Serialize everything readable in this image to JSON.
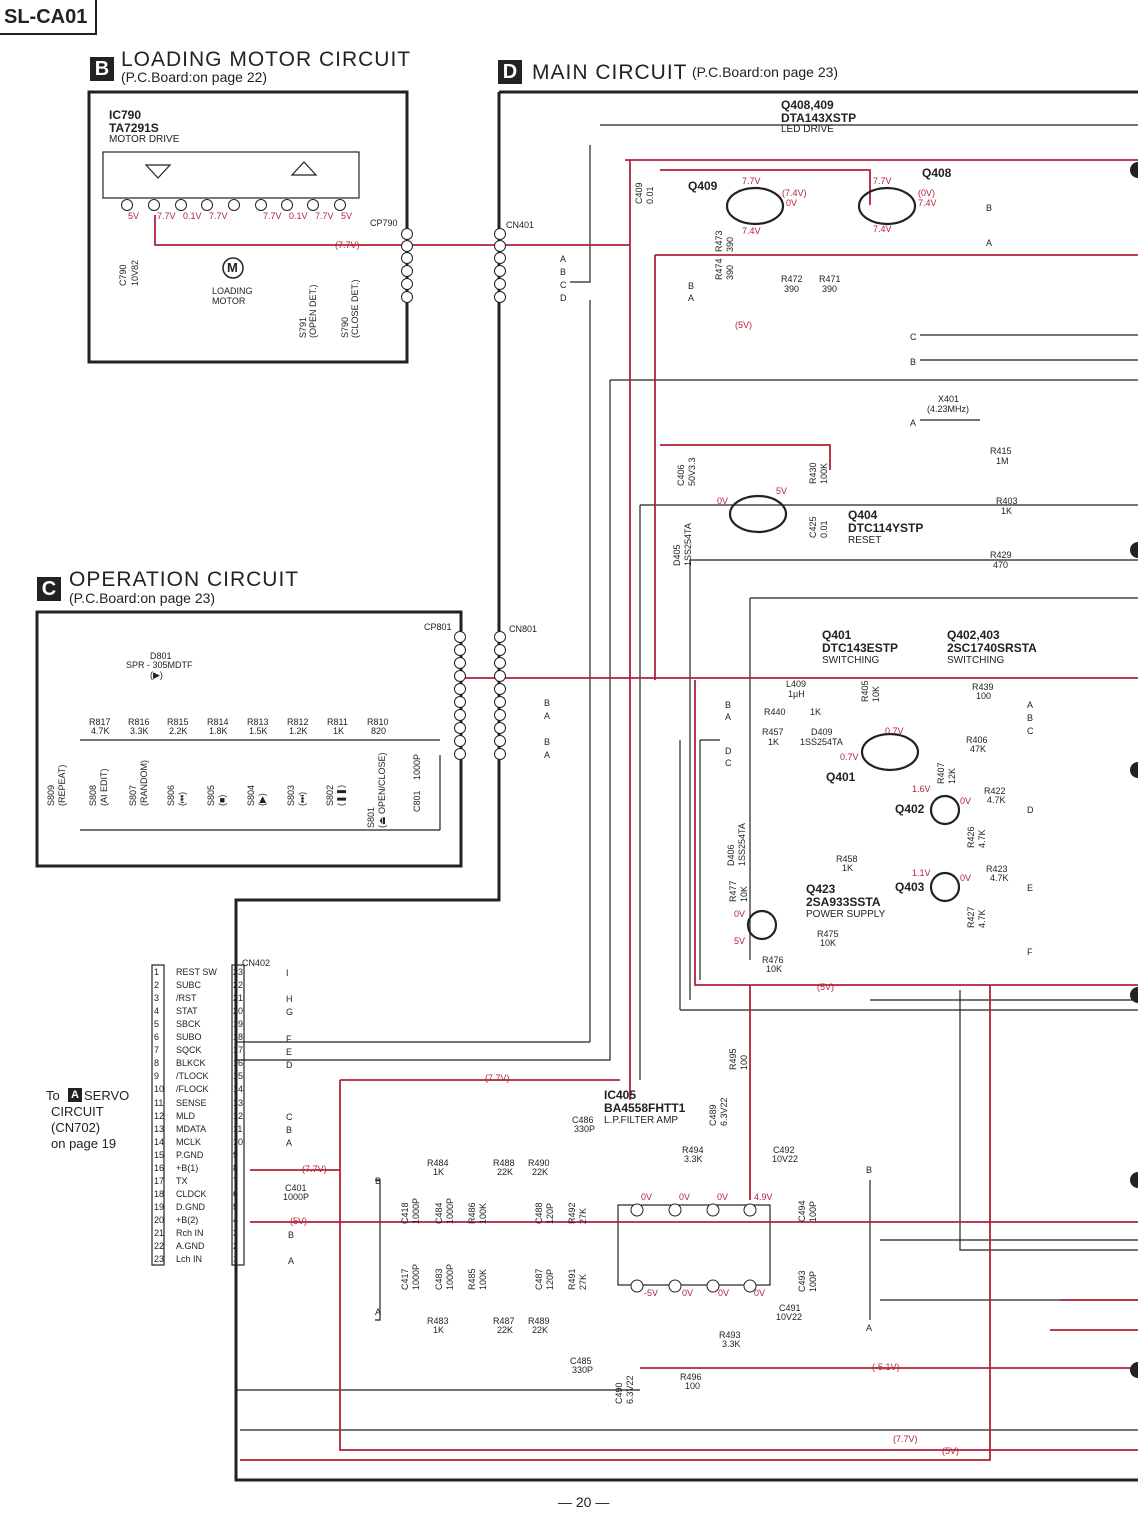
{
  "model": "SL-CA01",
  "page_number": "— 20 —",
  "sections": {
    "loading": {
      "letter": "B",
      "title": "LOADING  MOTOR  CIRCUIT",
      "sub": "(P.C.Board:on page 22)"
    },
    "main": {
      "letter": "D",
      "title": "MAIN  CIRCUIT",
      "sub": "(P.C.Board:on page 23)"
    },
    "operation": {
      "letter": "C",
      "title": "OPERATION  CIRCUIT",
      "sub": "(P.C.Board:on page 23)"
    }
  },
  "ic790": {
    "ref": "IC790",
    "part": "TA7291S",
    "desc": "MOTOR  DRIVE"
  },
  "motor": {
    "symbol": "M",
    "label1": "LOADING",
    "label2": "MOTOR"
  },
  "c790": {
    "ref": "C790",
    "val": "10V82"
  },
  "s791": {
    "ref": "S791",
    "desc": "(OPEN DET.)"
  },
  "s790": {
    "ref": "S790",
    "desc": "(CLOSE DET.)"
  },
  "cp790": "CP790",
  "cn401": "CN401",
  "cp801": "CP801",
  "cn801": "CN801",
  "cn402": "CN402",
  "q408_409": {
    "ref": "Q408,409",
    "part": "DTA143XSTP",
    "desc": "LED  DRIVE"
  },
  "q409": "Q409",
  "q408": "Q408",
  "c409": {
    "ref": "C409",
    "val": "0.01"
  },
  "r473": {
    "ref": "R473",
    "val": "390"
  },
  "r474": {
    "ref": "R474",
    "val": "390"
  },
  "r472": {
    "ref": "R472",
    "val": "390"
  },
  "r471": {
    "ref": "R471",
    "val": "390"
  },
  "x401": {
    "ref": "X401",
    "val": "(4.23MHz)"
  },
  "r415": {
    "ref": "R415",
    "val": "1M"
  },
  "r403": {
    "ref": "R403",
    "val": "1K"
  },
  "r429": {
    "ref": "R429",
    "val": "470"
  },
  "c406": {
    "ref": "C406",
    "val": "50V3.3"
  },
  "r430": {
    "ref": "R430",
    "val": "100K"
  },
  "c425": {
    "ref": "C425",
    "val": "0.01"
  },
  "d405": {
    "ref": "D405",
    "val": "1SS254TA"
  },
  "q404": {
    "ref": "Q404",
    "part": "DTC114YSTP",
    "desc": "RESET"
  },
  "q401h": {
    "ref": "Q401",
    "part": "DTC143ESTP",
    "desc": "SWITCHING"
  },
  "q402h": {
    "ref": "Q402,403",
    "part": "2SC1740SRSTA",
    "desc": "SWITCHING"
  },
  "l409": {
    "ref": "L409",
    "val": "1μH"
  },
  "r405": {
    "ref": "R405",
    "val": "10K"
  },
  "r439": {
    "ref": "R439",
    "val": "100"
  },
  "r440": {
    "ref": "R440",
    "val": "1K"
  },
  "r457": {
    "ref": "R457",
    "val": "1K"
  },
  "d409": {
    "ref": "D409",
    "val": "1SS254TA"
  },
  "r406": {
    "ref": "R406",
    "val": "47K"
  },
  "r407": {
    "ref": "R407",
    "val": "12K"
  },
  "r422": {
    "ref": "R422",
    "val": "4.7K"
  },
  "r426": {
    "ref": "R426",
    "val": "4.7K"
  },
  "q401": "Q401",
  "q402": "Q402",
  "q403": "Q403",
  "d406": {
    "ref": "D406",
    "val": "1SS254TA"
  },
  "r458": {
    "ref": "R458",
    "val": "1K"
  },
  "r423": {
    "ref": "R423",
    "val": "4.7K"
  },
  "r427": {
    "ref": "R427",
    "val": "4.7K"
  },
  "r477": {
    "ref": "R477",
    "val": "10K"
  },
  "q423": {
    "ref": "Q423",
    "part": "2SA933SSTA",
    "desc": "POWER SUPPLY"
  },
  "r475": {
    "ref": "R475",
    "val": "10K"
  },
  "r476": {
    "ref": "R476",
    "val": "10K"
  },
  "r495": {
    "ref": "R495",
    "val": "100"
  },
  "ic405": {
    "ref": "IC405",
    "part": "BA4558FHTT1",
    "desc": "L.P.FILTER AMP"
  },
  "c486": {
    "ref": "C486",
    "val": "330P"
  },
  "c489": {
    "ref": "C489",
    "val": "6.3V22"
  },
  "r494": {
    "ref": "R494",
    "val": "3.3K"
  },
  "c492": {
    "ref": "C492",
    "val": "10V22"
  },
  "r484": {
    "ref": "R484",
    "val": "1K"
  },
  "r488": {
    "ref": "R488",
    "val": "22K"
  },
  "r490": {
    "ref": "R490",
    "val": "22K"
  },
  "c418": {
    "ref": "C418",
    "val": "1000P"
  },
  "c484": {
    "ref": "C484",
    "val": "1000P"
  },
  "r486": {
    "ref": "R486",
    "val": "100K"
  },
  "c488": {
    "ref": "C488",
    "val": "120P"
  },
  "r492": {
    "ref": "R492",
    "val": "27K"
  },
  "c417": {
    "ref": "C417",
    "val": "1000P"
  },
  "c483": {
    "ref": "C483",
    "val": "1000P"
  },
  "r485": {
    "ref": "R485",
    "val": "100K"
  },
  "c487": {
    "ref": "C487",
    "val": "120P"
  },
  "r491": {
    "ref": "R491",
    "val": "27K"
  },
  "c494": {
    "ref": "C494",
    "val": "100P"
  },
  "c493": {
    "ref": "C493",
    "val": "100P"
  },
  "c491": {
    "ref": "C491",
    "val": "10V22"
  },
  "r483": {
    "ref": "R483",
    "val": "1K"
  },
  "r487": {
    "ref": "R487",
    "val": "22K"
  },
  "r489": {
    "ref": "R489",
    "val": "22K"
  },
  "r493": {
    "ref": "R493",
    "val": "3.3K"
  },
  "c485": {
    "ref": "C485",
    "val": "330P"
  },
  "c490": {
    "ref": "C490",
    "val": "6.3V22"
  },
  "r496": {
    "ref": "R496",
    "val": "100"
  },
  "c401": {
    "ref": "C401",
    "val": "1000P"
  },
  "d801": {
    "ref": "D801",
    "val": "SPR - 305MDTF",
    "sym": "(▶)"
  },
  "op_resistors": [
    {
      "ref": "R817",
      "val": "4.7K"
    },
    {
      "ref": "R816",
      "val": "3.3K"
    },
    {
      "ref": "R815",
      "val": "2.2K"
    },
    {
      "ref": "R814",
      "val": "1.8K"
    },
    {
      "ref": "R813",
      "val": "1.5K"
    },
    {
      "ref": "R812",
      "val": "1.2K"
    },
    {
      "ref": "R811",
      "val": "1K"
    },
    {
      "ref": "R810",
      "val": "820"
    }
  ],
  "op_switches": [
    {
      "ref": "S809",
      "desc": "(REPEAT)"
    },
    {
      "ref": "S808",
      "desc": "(AI EDIT)"
    },
    {
      "ref": "S807",
      "desc": "(RANDOM)"
    },
    {
      "ref": "S806",
      "desc": "(⏮)"
    },
    {
      "ref": "S805",
      "desc": "(■)"
    },
    {
      "ref": "S804",
      "desc": "(▶)"
    },
    {
      "ref": "S803",
      "desc": "(⏭)"
    },
    {
      "ref": "S802",
      "desc": "(❚❚)"
    },
    {
      "ref": "S801",
      "desc": "(⏏ OPEN/CLOSE)"
    }
  ],
  "c801": {
    "ref": "C801",
    "val": "1000P"
  },
  "servo_note": {
    "to": "To",
    "letter": "A",
    "l1": "SERVO",
    "l2": "CIRCUIT",
    "l3": "(CN702)",
    "l4": "on page 19"
  },
  "cn402_pins": [
    "REST  SW",
    "SUBC",
    "/RST",
    "STAT",
    "SBCK",
    "SUBO",
    "SQCK",
    "BLKCK",
    "/TLOCK",
    "/FLOCK",
    "SENSE",
    "MLD",
    "MDATA",
    "MCLK",
    "P.GND",
    "+B(1)",
    "TX",
    "CLDCK",
    "D.GND",
    "+B(2)",
    "Rch  IN",
    "A.GND",
    "Lch  IN"
  ],
  "voltages": {
    "v77": "7.7V",
    "v5": "5V",
    "v01": "0.1V",
    "v77b": "(7.7V)",
    "v74": "(7.4V)",
    "v0": "0V",
    "v0b": "(0V)",
    "v74n": "7.4V",
    "v5b": "(5V)",
    "v16": "1.6V",
    "v07": "0.7V",
    "v11": "1.1V",
    "v49": "4.9V",
    "vm5": "-5V",
    "vm51": "(-5.1V)"
  },
  "letters": {
    "A": "A",
    "B": "B",
    "C": "C",
    "D": "D",
    "E": "E",
    "F": "F",
    "G": "G",
    "H": "H",
    "I": "I"
  }
}
